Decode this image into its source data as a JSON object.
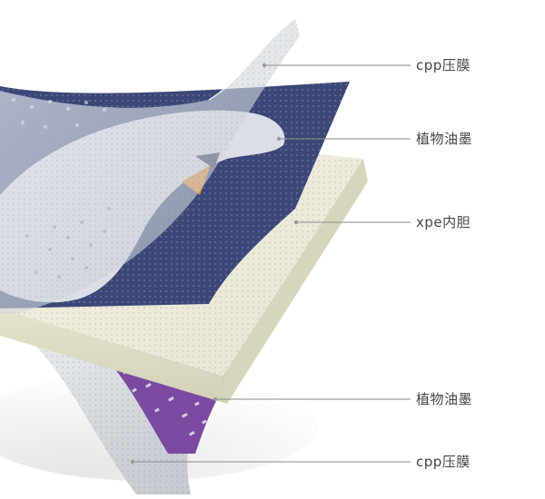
{
  "callouts": [
    {
      "id": "top-film",
      "label": "cpp压膜"
    },
    {
      "id": "top-ink",
      "label": "植物油墨"
    },
    {
      "id": "core",
      "label": "xpe内胆"
    },
    {
      "id": "bottom-ink",
      "label": "植物油墨"
    },
    {
      "id": "bottom-film",
      "label": "cpp压膜"
    }
  ],
  "colors": {
    "background": "#ffffff",
    "navy_print": "#3b4777",
    "swan_white": "#e9ebf0",
    "beak": "#e08a2c",
    "foam_core": "#efeddd",
    "film": "#d9dde2",
    "purple_print": "#7a4aa0",
    "leader_line": "#8a8a8a",
    "label_text": "#454545"
  },
  "icons": [
    "swan-print-illustration"
  ]
}
